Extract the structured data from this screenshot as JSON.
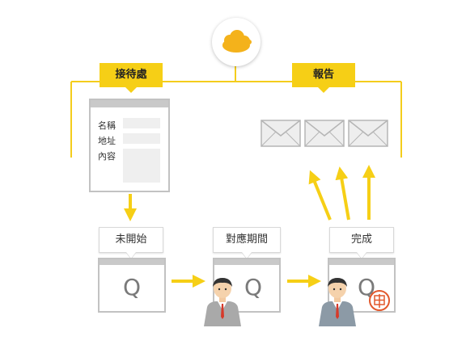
{
  "labels": {
    "reception": "接待處",
    "report": "報告"
  },
  "form": {
    "fields": [
      "名稱",
      "地址",
      "內容"
    ]
  },
  "stages": [
    {
      "label": "未開始",
      "ticket": "Q"
    },
    {
      "label": "對應期間",
      "ticket": "Q"
    },
    {
      "label": "完成",
      "ticket": "Q"
    }
  ],
  "icons": {
    "cloud": "cloud-icon",
    "envelope": "envelope-icon",
    "person": "person-icon",
    "stamp": "stamp-icon"
  },
  "colors": {
    "accent": "#f6cf16",
    "line": "#f2c60f",
    "panel_border": "#bdbdbd",
    "cloud": "#f4b21b",
    "stamp": "#e2582c"
  }
}
